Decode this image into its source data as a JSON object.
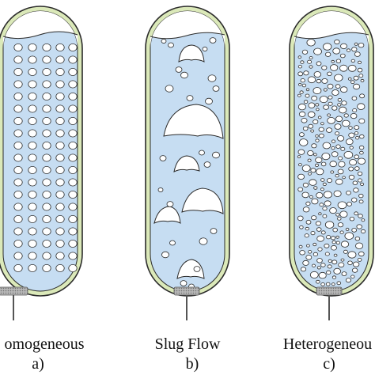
{
  "figure": {
    "panels": [
      {
        "id": "a",
        "regime": "omogeneous",
        "letter": "a)",
        "bubble_pattern": "uniform-grid"
      },
      {
        "id": "b",
        "regime": "Slug Flow",
        "letter": "b)",
        "bubble_pattern": "large-slugs-and-small-bubbles"
      },
      {
        "id": "c",
        "regime": "Heterogeneou",
        "letter": "c)",
        "bubble_pattern": "random-polydisperse"
      }
    ],
    "colors": {
      "liquid": "#c6ddf2",
      "tube_wall": "#dbe9b9",
      "outline": "#2b2b2b",
      "bubble": "#ffffff",
      "sparger": "#9a9a9a"
    }
  }
}
